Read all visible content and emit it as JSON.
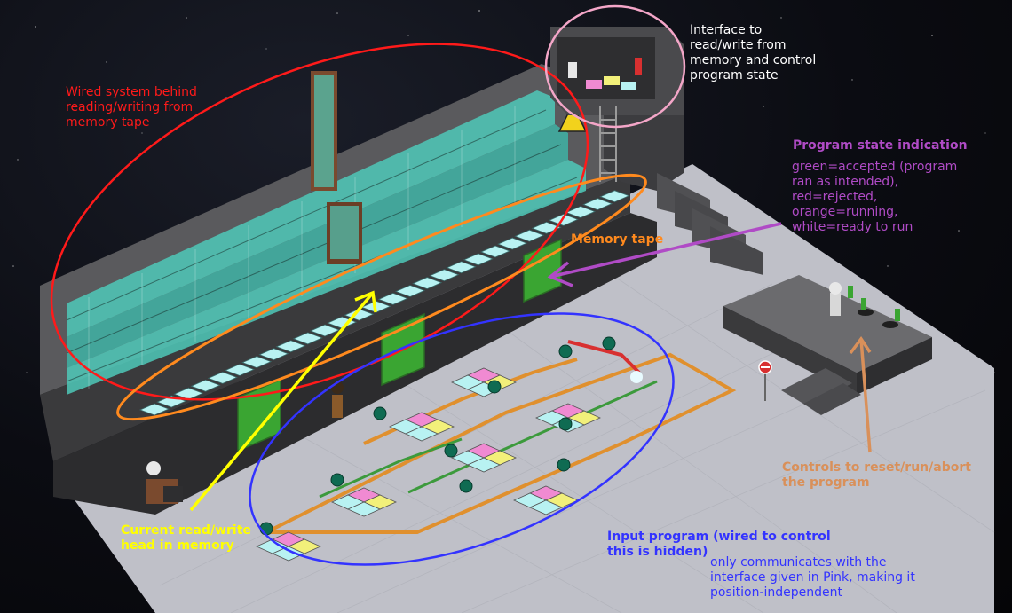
{
  "annotations": {
    "wired_system": {
      "lines": [
        "Wired system behind",
        "reading/writing from",
        "memory tape"
      ],
      "color": "#ff1a1a"
    },
    "interface": {
      "lines": [
        "Interface to",
        "read/write from",
        "memory and control",
        "program state"
      ],
      "color": "#ffffff",
      "outline_color": "#f4a6c8"
    },
    "program_state": {
      "title": "Program state indication",
      "lines": [
        "green=accepted (program",
        "ran as intended),",
        "red=rejected,",
        "orange=running,",
        "white=ready to run"
      ],
      "color": "#b04bc6"
    },
    "memory_tape": {
      "title": "Memory tape",
      "color": "#ff8a1e"
    },
    "read_write_head": {
      "lines": [
        "Current read/write",
        "head in memory"
      ],
      "color": "#ffff00"
    },
    "controls": {
      "lines": [
        "Controls to reset/run/abort",
        "the program"
      ],
      "color": "#d9905a"
    },
    "input_program": {
      "title_lines": [
        "Input program (wired to control",
        "this is hidden)"
      ],
      "body_lines": [
        "only communicates with the",
        "interface given in Pink, making it",
        "position-independent"
      ],
      "color": "#3333ff"
    }
  },
  "scene": {
    "colors": {
      "floor": "#bfc0c8",
      "wall_dark": "#3a3a3c",
      "wall_mid": "#4c4c4f",
      "wall_top": "#5a5a5d",
      "tape_tile": "#b8f2f2",
      "server_teal": "#4fc9b8",
      "window_green": "#3aa532",
      "wire_orange": "#e0902e",
      "wire_red": "#d83030",
      "wire_green": "#3c9a3c",
      "tile_pink": "#f08ad2",
      "tile_yellow": "#f2f07a",
      "tile_cyan": "#b8f2f2",
      "orb_green": "#0f6b52"
    }
  }
}
